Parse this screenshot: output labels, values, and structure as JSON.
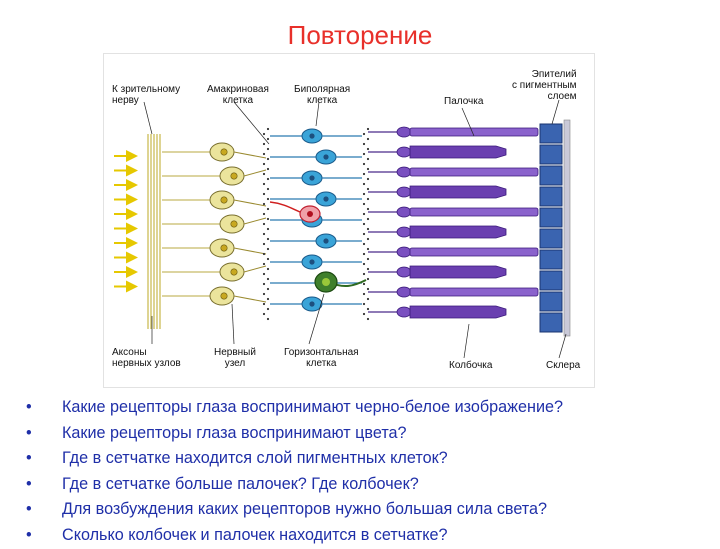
{
  "title": "Повторение",
  "figure": {
    "labels": {
      "to_nerve": [
        "К зрительному",
        "нерву"
      ],
      "amacrine": [
        "Амакриновая",
        "клетка"
      ],
      "bipolar": [
        "Биполярная",
        "клетка"
      ],
      "epithelium": [
        "Эпителий",
        "с пигментным",
        "слоем"
      ],
      "rod": [
        "Палочка"
      ],
      "axons": [
        "Аксоны",
        "нервных узлов"
      ],
      "ganglion": [
        "Нервный",
        "узел"
      ],
      "horizontal": [
        "Горизонтальная",
        "клетка"
      ],
      "cone": [
        "Колбочка"
      ],
      "sclera": [
        "Склера"
      ]
    },
    "colors": {
      "ganglion_cells": "#ebe49c",
      "amacrine_cell": "#f0a0a8",
      "bipolar_cells": "#3aa4d8",
      "horizontal_cell": "#3f7f2c",
      "receptors": "#6a3fb0",
      "pigment_epithelium": "#3a64b0",
      "arrows": "#e6c800"
    }
  },
  "questions": [
    "Какие рецепторы глаза воспринимают черно-белое изображение?",
    "Какие рецепторы глаза воспринимают цвета?",
    "Где в сетчатке находится слой пигментных клеток?",
    "Где в сетчатке больше палочек? Где колбочек?",
    "Для возбуждения каких рецепторов нужно большая сила света?",
    "Сколько колбочек и палочек находится в сетчатке?"
  ],
  "bullet": "•"
}
